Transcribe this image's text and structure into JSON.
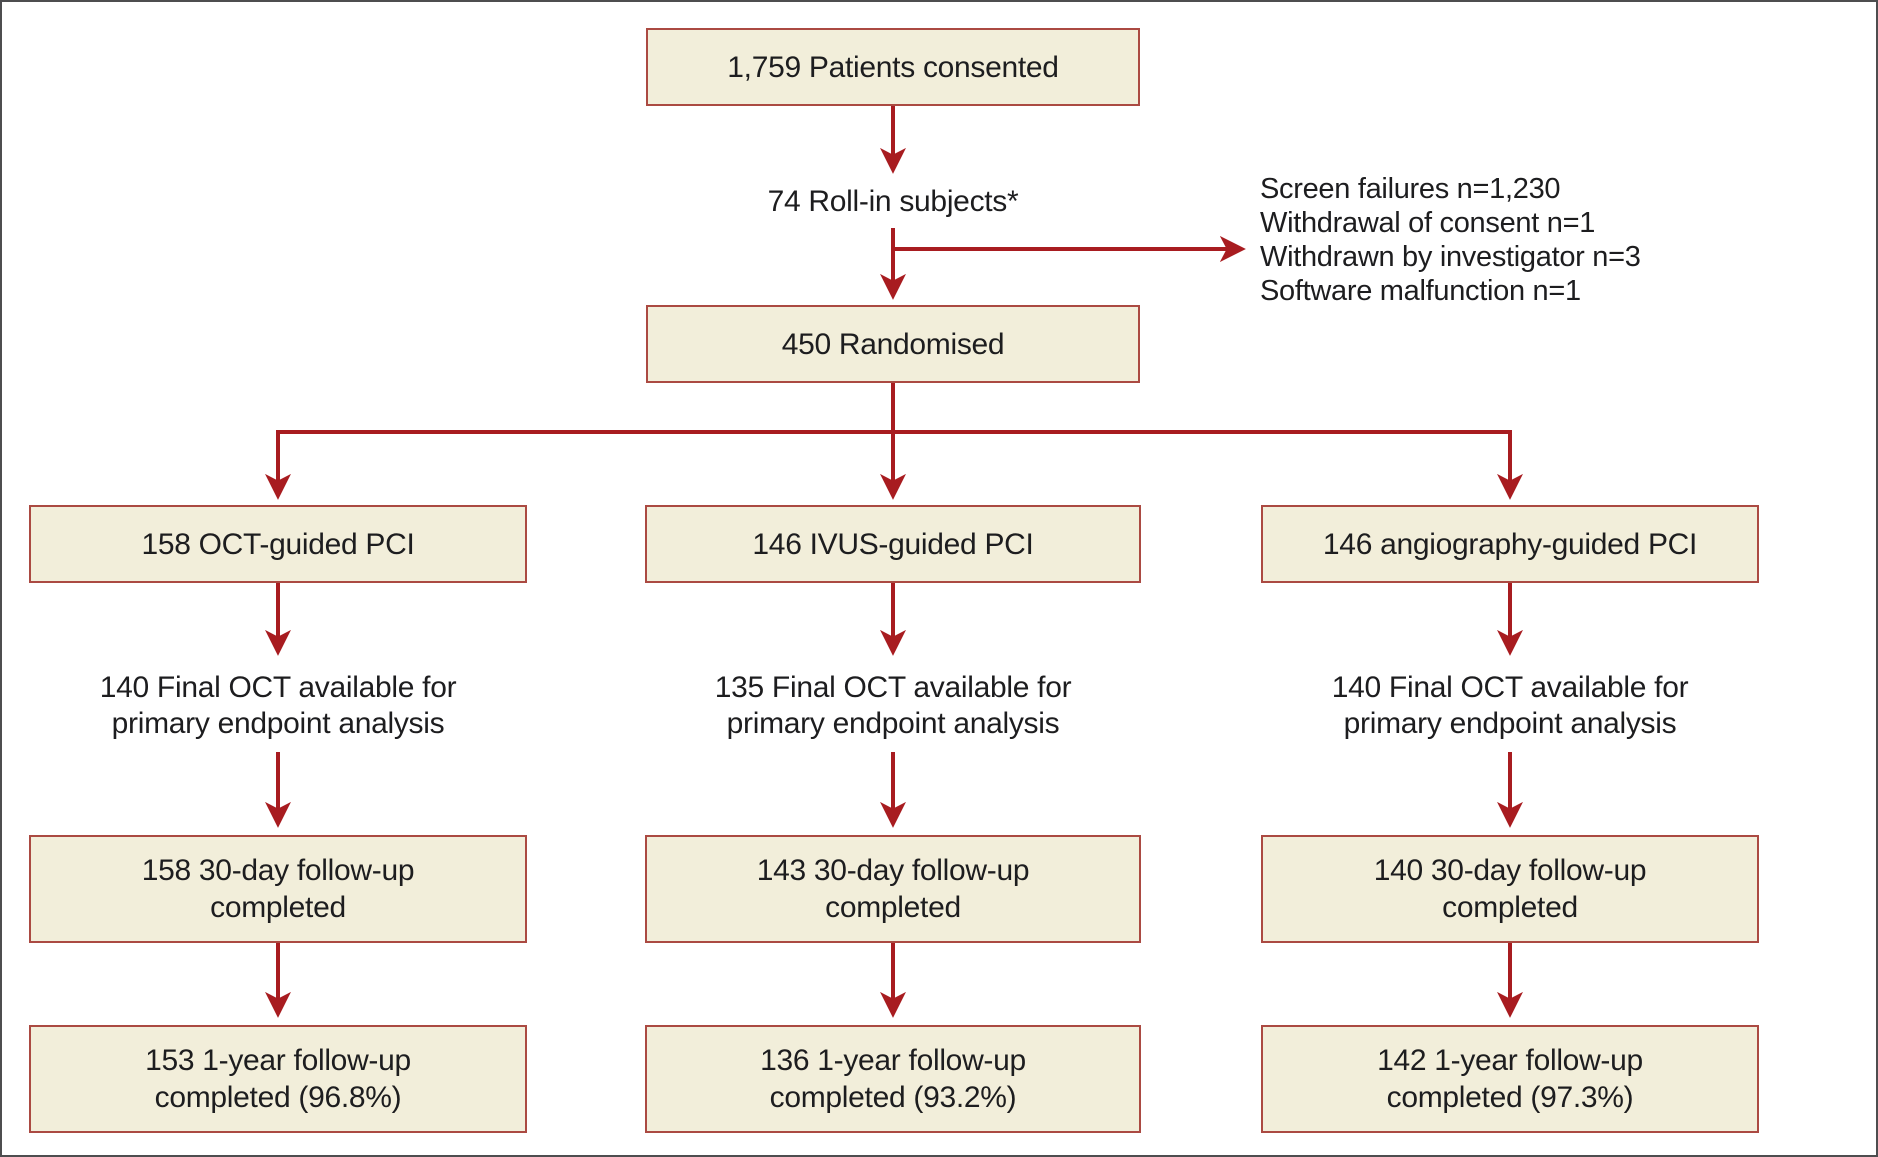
{
  "figure": {
    "top_box": "1,759 Patients consented",
    "rollin_label": "74 Roll-in subjects*",
    "exclusions": [
      "Screen failures n=1,230",
      "Withdrawal of consent n=1",
      "Withdrawn by investigator n=3",
      "Software malfunction n=1"
    ],
    "randomised_box": "450 Randomised",
    "arms": [
      {
        "allocation": "158 OCT-guided PCI",
        "endpoint": [
          "140 Final OCT available for",
          "primary endpoint analysis"
        ],
        "fu30": [
          "158 30-day follow-up",
          "completed"
        ],
        "fu1y": [
          "153 1-year follow-up",
          "completed (96.8%)"
        ]
      },
      {
        "allocation": "146 IVUS-guided PCI",
        "endpoint": [
          "135 Final OCT available for",
          "primary endpoint analysis"
        ],
        "fu30": [
          "143 30-day follow-up",
          "completed"
        ],
        "fu1y": [
          "136 1-year follow-up",
          "completed (93.2%)"
        ]
      },
      {
        "allocation": "146 angiography-guided PCI",
        "endpoint": [
          "140 Final OCT available for",
          "primary endpoint analysis"
        ],
        "fu30": [
          "140 30-day follow-up",
          "completed"
        ],
        "fu1y": [
          "142 1-year follow-up",
          "completed (97.3%)"
        ]
      }
    ]
  },
  "colors": {
    "arrow_red": "#a81c20",
    "box_border": "#ab4a42",
    "box_fill": "#f2eeda",
    "text": "#1d1d1f",
    "frame_border": "#4d4d4f",
    "background": "#ffffff"
  }
}
